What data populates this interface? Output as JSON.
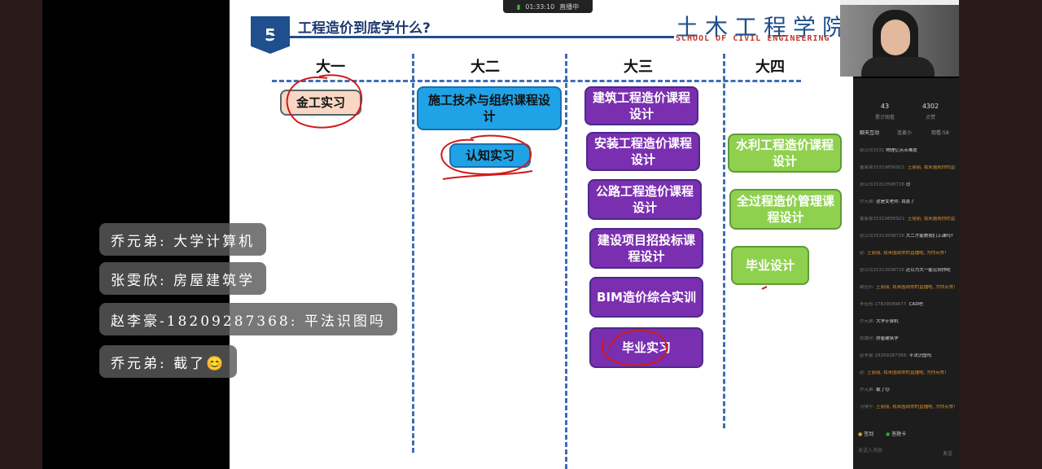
{
  "status_bar": {
    "time": "01:33:10",
    "state": "直播中"
  },
  "slide": {
    "number": "5",
    "title": "工程造价到底学什么?",
    "school_cn": "土木工程学院",
    "school_en": "SCHOOL OF CIVIL ENGINEERING",
    "years": [
      "大一",
      "大二",
      "大三",
      "大四"
    ],
    "year1": {
      "box1": "金工实习"
    },
    "year2": {
      "box1": "施工技术与组织课程设计",
      "box2": "认知实习"
    },
    "year3": {
      "box1": "建筑工程造价课程设计",
      "box2": "安装工程造价课程设计",
      "box3": "公路工程造价课程设计",
      "box4": "建设项目招投标课程设计",
      "box5": "BIM造价综合实训",
      "box6": "毕业实习"
    },
    "year4": {
      "box1": "水利工程造价课程设计",
      "box2": "全过程造价管理课程设计",
      "box3": "毕业设计"
    }
  },
  "danmaku": [
    {
      "text": "乔元弟: 大学计算机"
    },
    {
      "text": "张雯欣: 房屋建筑学"
    },
    {
      "text": "赵李豪-18209287368: 平法识图吗"
    },
    {
      "text": "乔元弟: 截了😊"
    }
  ],
  "panel": {
    "stats": [
      {
        "value": "43",
        "label": "累计观看"
      },
      {
        "value": "4302",
        "label": "点赞"
      }
    ],
    "tabs": [
      "聊天互动",
      "连麦小",
      "观看:58"
    ],
    "messages": [
      {
        "name": "张公司1531",
        "text": "物理亿点点难度",
        "color": "white"
      },
      {
        "name": "崔家豪15319856921:",
        "text": "王丽丽, 我来围观你的直播啦, 为你点赞!",
        "color": "orange"
      },
      {
        "name": "张公司15313598726",
        "text": "😊",
        "color": "white"
      },
      {
        "name": "乔元弟:",
        "text": "这是女老师, 我喜了",
        "color": "white"
      },
      {
        "name": "崔家豪15319856921:",
        "text": "王丽丽, 我来围观你的直播啦, 为你点赞!",
        "color": "orange"
      },
      {
        "name": "张公司15313598726",
        "text": "大二才能教我们上课吗?",
        "color": "white"
      },
      {
        "name": "赵:",
        "text": "王丽丽, 我来围观你的直播啦, 为你点赞!",
        "color": "orange"
      },
      {
        "name": "张公司15313598726",
        "text": "还以为大一能见到你呢",
        "color": "white"
      },
      {
        "name": "赖佳乐:",
        "text": "王丽丽, 我来围观你的直播啦, 为你点赞!",
        "color": "orange"
      },
      {
        "name": "李佳彤-17829589677:",
        "text": "CAD吧",
        "color": "white"
      },
      {
        "name": "乔元弟:",
        "text": "大学计算机",
        "color": "white"
      },
      {
        "name": "张雯欣:",
        "text": "房屋建筑学",
        "color": "white"
      },
      {
        "name": "赵李豪-18209287368:",
        "text": "平法识图吗",
        "color": "white"
      },
      {
        "name": "赵:",
        "text": "王丽丽, 我来围观你的直播啦, 为你点赞!",
        "color": "orange"
      },
      {
        "name": "乔元弟:",
        "text": "截了😊",
        "color": "white"
      },
      {
        "name": "马博宇:",
        "text": "王丽丽, 我来围观你的直播啦, 为你点赞!",
        "color": "orange"
      }
    ],
    "actions": [
      "签到",
      "答题卡"
    ],
    "input_placeholder": "发送入消息",
    "send_label": "发送"
  }
}
